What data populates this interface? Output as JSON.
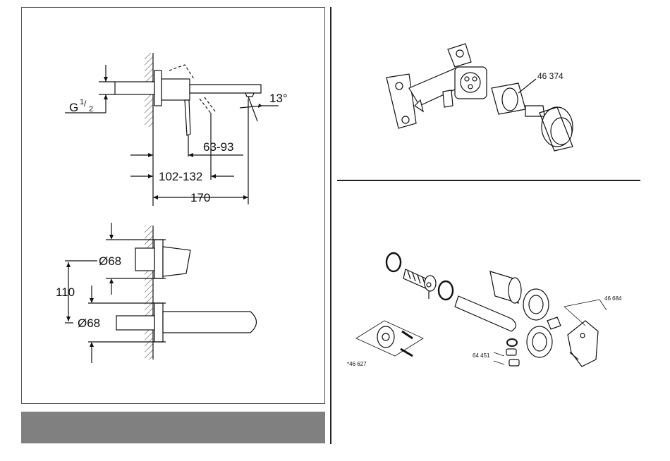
{
  "dimensions": {
    "thread": "G",
    "thread_num": "1",
    "thread_den": "2",
    "angle": "13°",
    "reach_short": "63-93",
    "reach_mid": "102-132",
    "reach_total": "170",
    "rosette_upper": "Ø68",
    "rosette_lower": "Ø68",
    "spacing": "110"
  },
  "parts": {
    "cartridge": "46 374",
    "lever": "46 684",
    "aerator": "64 451",
    "rosette_kit": "*46 627"
  },
  "colors": {
    "line": "#111111",
    "footer_bar": "#808080"
  }
}
